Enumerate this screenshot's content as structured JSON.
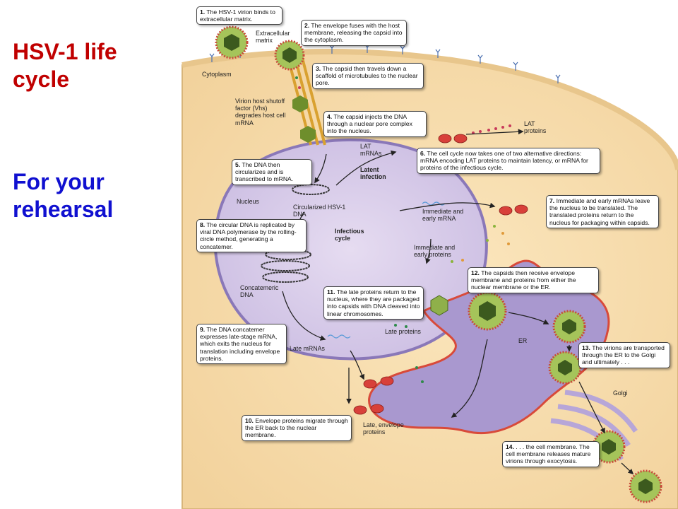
{
  "slide": {
    "title": "HSV-1 life cycle",
    "subtitle": "For your rehearsal"
  },
  "steps": [
    {
      "num": "1.",
      "text": "The HSV-1 virion binds to extracellular matrix."
    },
    {
      "num": "2.",
      "text": "The envelope fuses with the host membrane, releasing the capsid into the cytoplasm."
    },
    {
      "num": "3.",
      "text": "The capsid then travels down a scaffold of microtubules to the nuclear pore."
    },
    {
      "num": "4.",
      "text": "The capsid injects the DNA through a nuclear pore complex into the nucleus."
    },
    {
      "num": "5.",
      "text": "The DNA then circularizes and is transcribed to mRNA."
    },
    {
      "num": "6.",
      "text": "The cell cycle now takes one of two alternative directions: mRNA encoding LAT proteins to maintain latency, or mRNA for proteins of the infectious cycle."
    },
    {
      "num": "7.",
      "text": "Immediate and early mRNAs leave the nucleus to be translated. The translated proteins return to the nucleus for packaging within capsids."
    },
    {
      "num": "8.",
      "text": "The circular DNA is replicated by viral DNA polymerase by the rolling-circle method, generating a concatemer."
    },
    {
      "num": "9.",
      "text": "The DNA concatemer expresses late-stage mRNA, which exits the nucleus for translation including envelope proteins."
    },
    {
      "num": "10.",
      "text": "Envelope proteins migrate through the ER back to the nuclear membrane."
    },
    {
      "num": "11.",
      "text": "The late proteins return to the nucleus, where they are packaged into capsids with DNA cleaved into linear chromosomes."
    },
    {
      "num": "12.",
      "text": "The capsids then receive envelope membrane and proteins from either the nuclear membrane or the ER."
    },
    {
      "num": "13.",
      "text": "The virions are transported through the ER to the Golgi and ultimately . . ."
    },
    {
      "num": "14.",
      "text": ". . . the cell membrane. The cell membrane releases mature virions through exocytosis."
    }
  ],
  "labels": {
    "extracellular_matrix": "Extracellular matrix",
    "cytoplasm": "Cytoplasm",
    "vhs": "Virion host shutoff factor (Vhs) degrades host cell mRNA",
    "lat_proteins": "LAT proteins",
    "lat_mrnas": "LAT mRNAs",
    "latent_infection": "Latent infection",
    "nucleus": "Nucleus",
    "circularized_dna": "Circularized HSV-1 DNA",
    "immediate_early_mrna": "Immediate and early mRNA",
    "infectious_cycle": "Infectious cycle",
    "immediate_early_proteins": "Immediate and early proteins",
    "concatemeric_dna": "Concatemeric DNA",
    "late_proteins": "Late proteins",
    "late_mrnas": "Late mRNAs",
    "late_envelope_proteins": "Late, envelope proteins",
    "er": "ER",
    "golgi": "Golgi"
  },
  "colors": {
    "title_red": "#c00000",
    "subtitle_blue": "#1010d0",
    "cytoplasm": "#f7deae",
    "nucleus": "#d6cbe8",
    "er": "#a998cf",
    "membrane_red": "#d84a3a",
    "virion_green": "#7fa23c"
  }
}
